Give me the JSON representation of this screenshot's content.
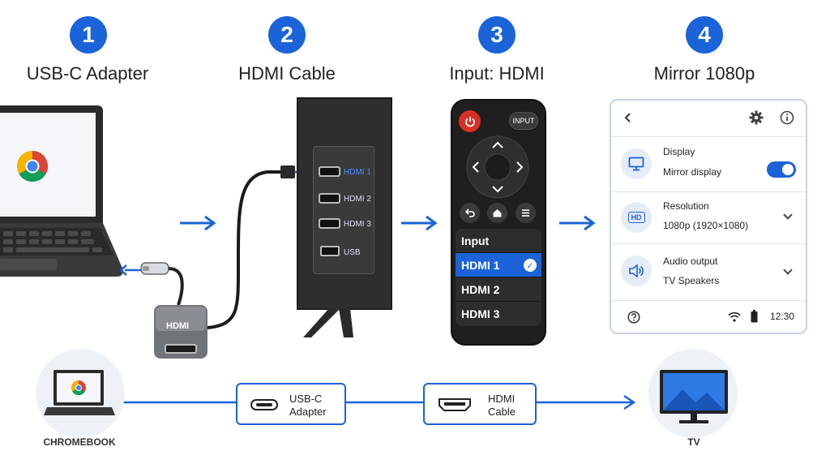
{
  "steps": [
    {
      "number": "1",
      "title": "USB-C Adapter"
    },
    {
      "number": "2",
      "title": "HDMI Cable"
    },
    {
      "number": "3",
      "title": "Input: HDMI"
    },
    {
      "number": "4",
      "title": "Mirror 1080p"
    }
  ],
  "adapter": {
    "label": "HDMI"
  },
  "tv_ports": [
    {
      "label": "HDMI 1",
      "active": true
    },
    {
      "label": "HDMI 2"
    },
    {
      "label": "HDMI 3"
    },
    {
      "label": "USB"
    }
  ],
  "remote": {
    "input_button": "INPUT",
    "menu_title": "Input",
    "menu_items": [
      {
        "label": "HDMI 1",
        "selected": true
      },
      {
        "label": "HDMI 2"
      },
      {
        "label": "HDMI 3"
      }
    ]
  },
  "settings": {
    "rows": [
      {
        "label": "Display",
        "value": "Mirror display",
        "icon": "monitor-icon",
        "control": "toggle"
      },
      {
        "label": "Resolution",
        "value": "1080p (1920×1080)",
        "icon": "hd-icon",
        "control": "dropdown",
        "badge": "HD"
      },
      {
        "label": "Audio output",
        "value": "TV Speakers",
        "icon": "speaker-icon",
        "control": "dropdown"
      }
    ],
    "status_time": "12:30"
  },
  "flow": {
    "start": "CHROMEBOOK",
    "box1_line1": "USB-C",
    "box1_line2": "Adapter",
    "box2_line1": "HDMI",
    "box2_line2": "Cable",
    "end": "TV"
  },
  "colors": {
    "accent": "#1a63d9",
    "dark": "#1f1f1f",
    "power": "#d93025"
  }
}
